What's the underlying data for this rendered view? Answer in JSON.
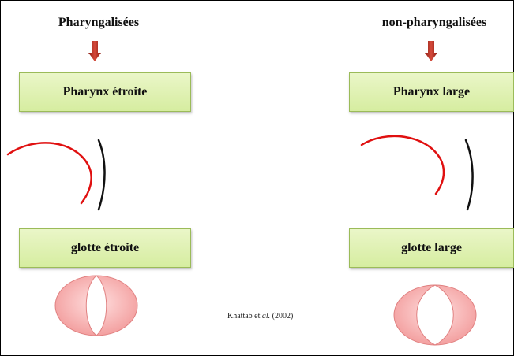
{
  "left_column": {
    "heading": "Pharyngalisées",
    "pharynx_label": "Pharynx étroite",
    "glottis_label": "glotte étroite"
  },
  "right_column": {
    "heading": "non-pharyngalisées",
    "pharynx_label": "Pharynx large",
    "glottis_label": "glotte large"
  },
  "citation": {
    "author": "Khattab et",
    "etal": "al.",
    "year": "(2002)"
  },
  "colors": {
    "arrow": "#c0392b",
    "box_fill": "#d6eda0",
    "box_border": "#9bbb59",
    "tongue_curve": "#e01010",
    "pharynx_wall": "#111111",
    "glottis_fill": "#f4a6a6"
  }
}
